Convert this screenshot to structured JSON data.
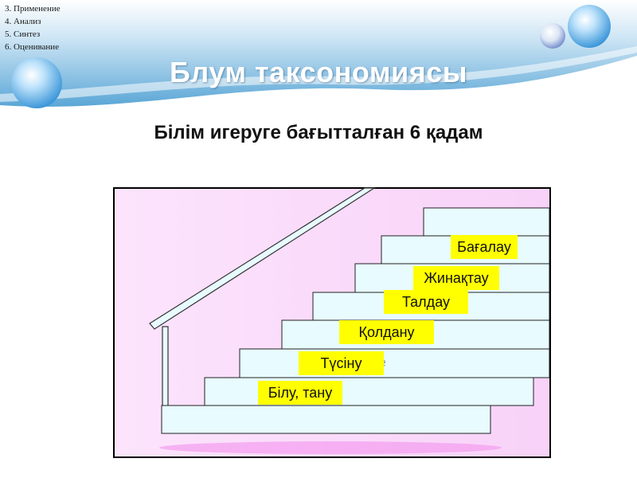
{
  "header": {
    "menu_items": [
      "3. Применение",
      "4. Анализ",
      "5. Синтез",
      "6. Оценивание"
    ],
    "title": "Блум таксономиясы"
  },
  "subtitle": "Білім игеруге бағытталған 6 қадам",
  "diagram": {
    "panel_fill": "#fce0fc",
    "step_fill": "#e8fbff",
    "label_fill": "#ffff00",
    "labels": {
      "level1": "Білу, тану",
      "level2": "Түсіну",
      "level3": "Қолдану",
      "level4": "Талдау",
      "level5": "Жинақтау",
      "level6": "Бағалау"
    },
    "stray_text": "е"
  }
}
